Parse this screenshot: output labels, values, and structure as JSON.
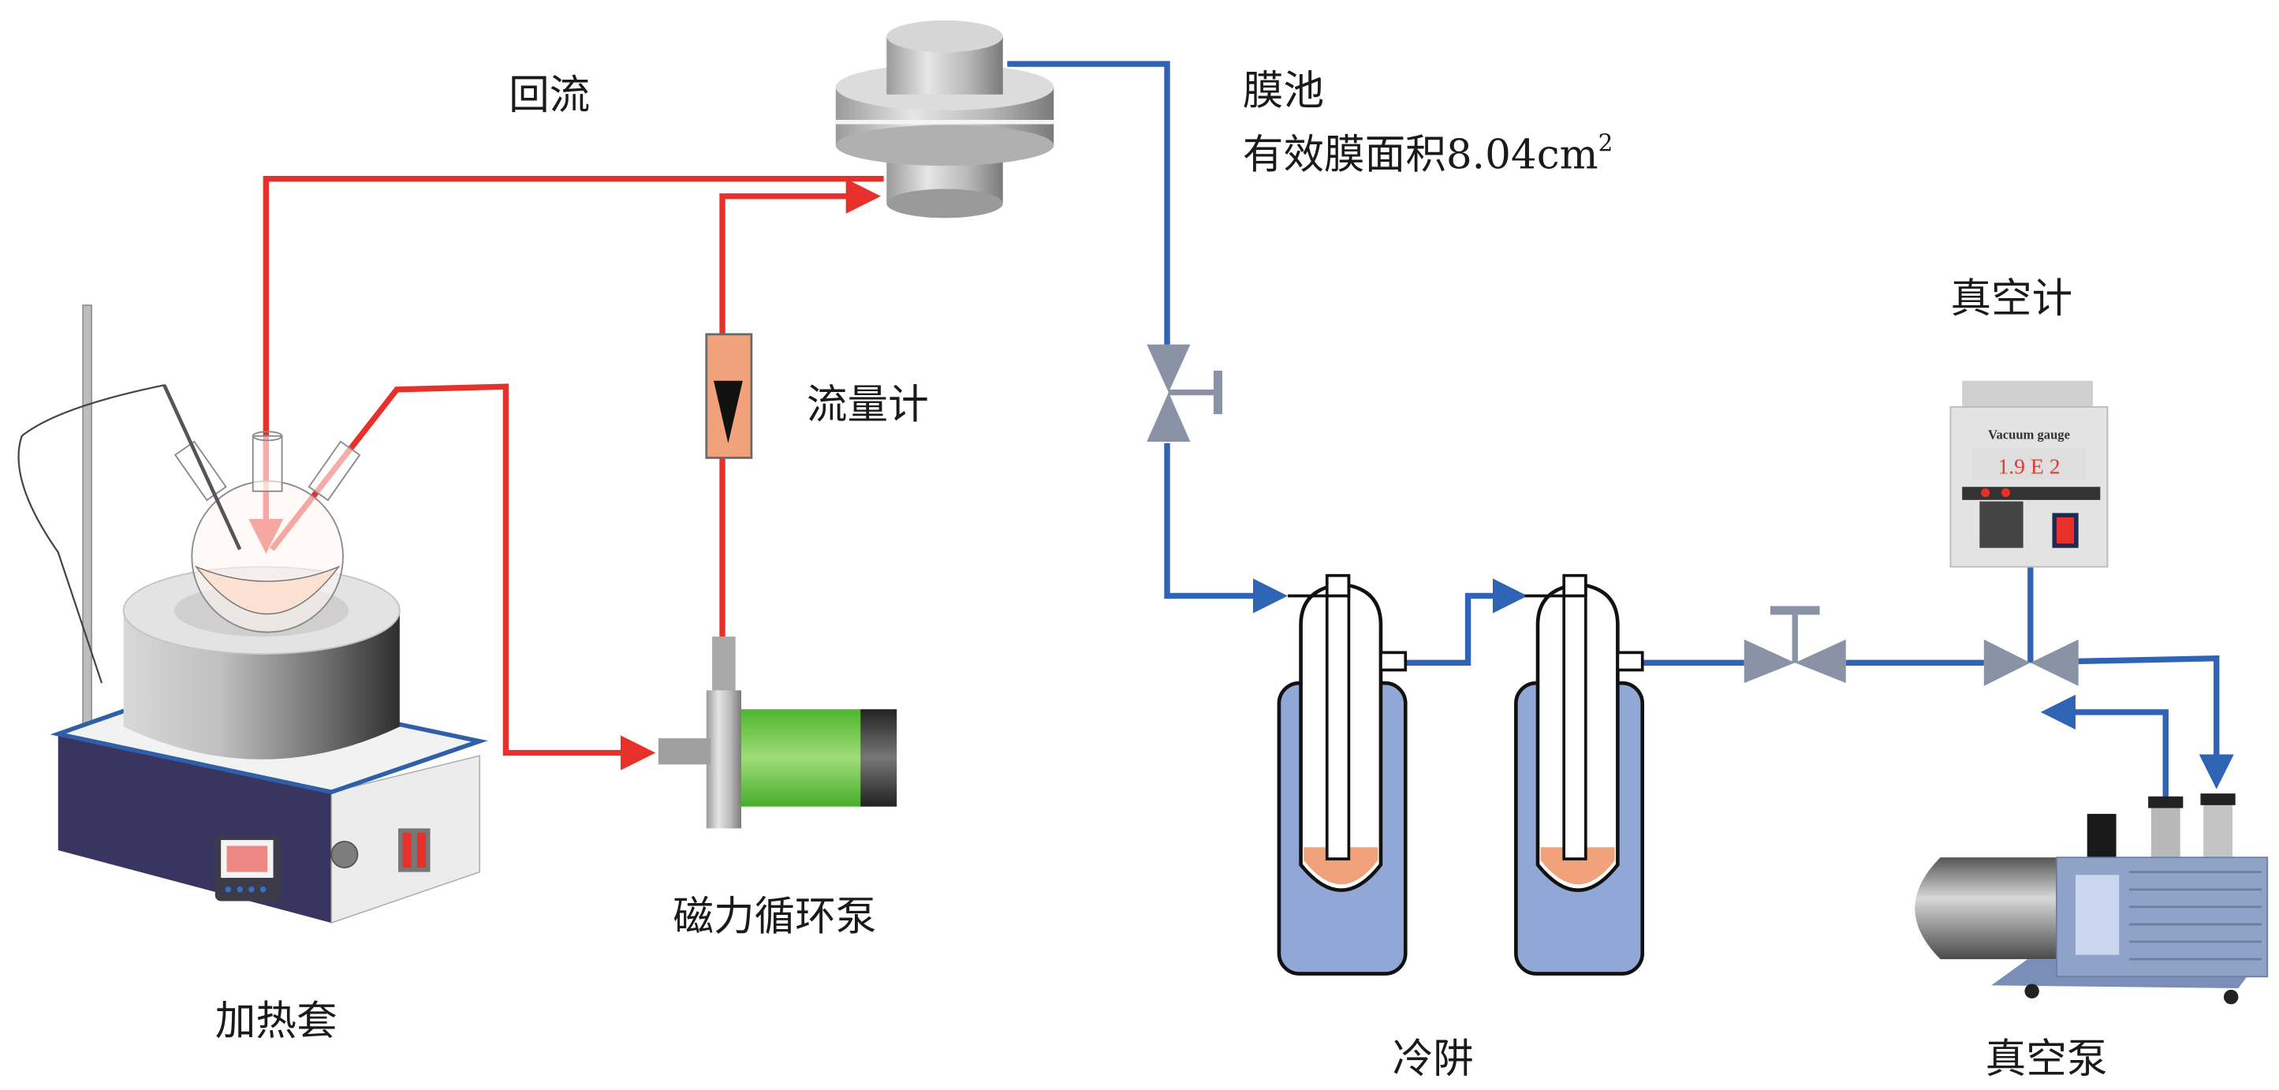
{
  "figure": {
    "type": "experimental-apparatus-schematic",
    "description": "Pervaporation membrane test setup"
  },
  "labels": {
    "reflux": "回流",
    "membrane_cell": "膜池",
    "membrane_area": "有效膜面积8.04cm",
    "membrane_area_sup": "2",
    "flowmeter": "流量计",
    "vacuum_gauge": "真空计",
    "magnetic_pump": "磁力循环泵",
    "heating_mantle": "加热套",
    "cold_trap": "冷阱",
    "vacuum_pump": "真空泵"
  },
  "vacuum_gauge_display": {
    "title": "Vacuum gauge",
    "reading": "1.9 E 2"
  },
  "colors": {
    "feed_line": "#e8302a",
    "vacuum_line": "#2f63b3",
    "valve": "#8a93a6",
    "cold_bath": "#91a8d6",
    "condensate": "#f2a27a",
    "pump_motor": "#5cc13a",
    "mantle_base": "#3b3f7a"
  },
  "components": [
    {
      "id": "heating-mantle",
      "label_key": "heating_mantle"
    },
    {
      "id": "three-neck-flask"
    },
    {
      "id": "magnetic-pump",
      "label_key": "magnetic_pump"
    },
    {
      "id": "flowmeter",
      "label_key": "flowmeter"
    },
    {
      "id": "membrane-cell",
      "label_key": "membrane_cell"
    },
    {
      "id": "valve-1"
    },
    {
      "id": "cold-trap-1",
      "label_key": "cold_trap"
    },
    {
      "id": "cold-trap-2",
      "label_key": "cold_trap"
    },
    {
      "id": "valve-2"
    },
    {
      "id": "valve-3"
    },
    {
      "id": "vacuum-gauge",
      "label_key": "vacuum_gauge"
    },
    {
      "id": "vacuum-pump",
      "label_key": "vacuum_pump"
    }
  ]
}
